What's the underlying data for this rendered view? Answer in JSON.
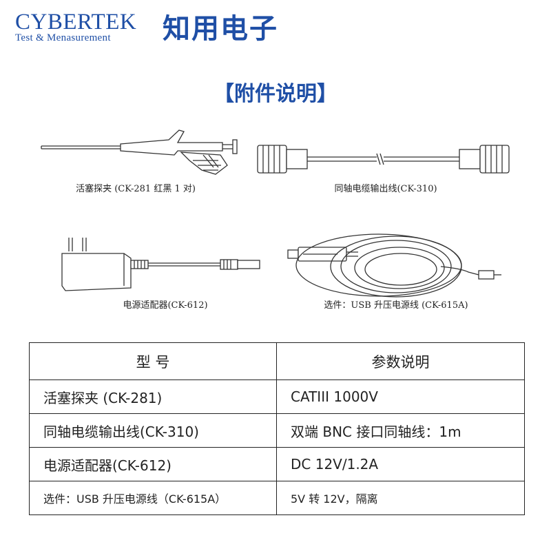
{
  "brand": {
    "name": "CYBERTEK",
    "tagline": "Test & Menasurement",
    "chinese_name": "知用电子"
  },
  "section_title": "【附件说明】",
  "accessories": [
    {
      "caption": "活塞探夹 (CK-281 红黑 1 对)",
      "icon": "plunger-probe-clip"
    },
    {
      "caption": "同轴电缆输出线(CK-310)",
      "icon": "coaxial-cable"
    },
    {
      "caption": "电源适配器(CK-612)",
      "icon": "power-adapter"
    },
    {
      "caption": "选件：USB 升压电源线 (CK-615A)",
      "icon": "usb-boost-cable"
    }
  ],
  "table": {
    "headers": [
      "型 号",
      "参数说明"
    ],
    "rows": [
      {
        "model": "活塞探夹 (CK-281)",
        "spec": "CATIII 1000V"
      },
      {
        "model": "同轴电缆输出线(CK-310)",
        "spec": "双端 BNC 接口同轴线：1m"
      },
      {
        "model": "电源适配器(CK-612)",
        "spec": "DC 12V/1.2A"
      },
      {
        "model": "选件：USB 升压电源线（CK-615A）",
        "spec": "5V 转 12V，隔离"
      }
    ]
  },
  "colors": {
    "brand_blue": "#1f4fa6",
    "text": "#222222",
    "border": "#222222"
  }
}
